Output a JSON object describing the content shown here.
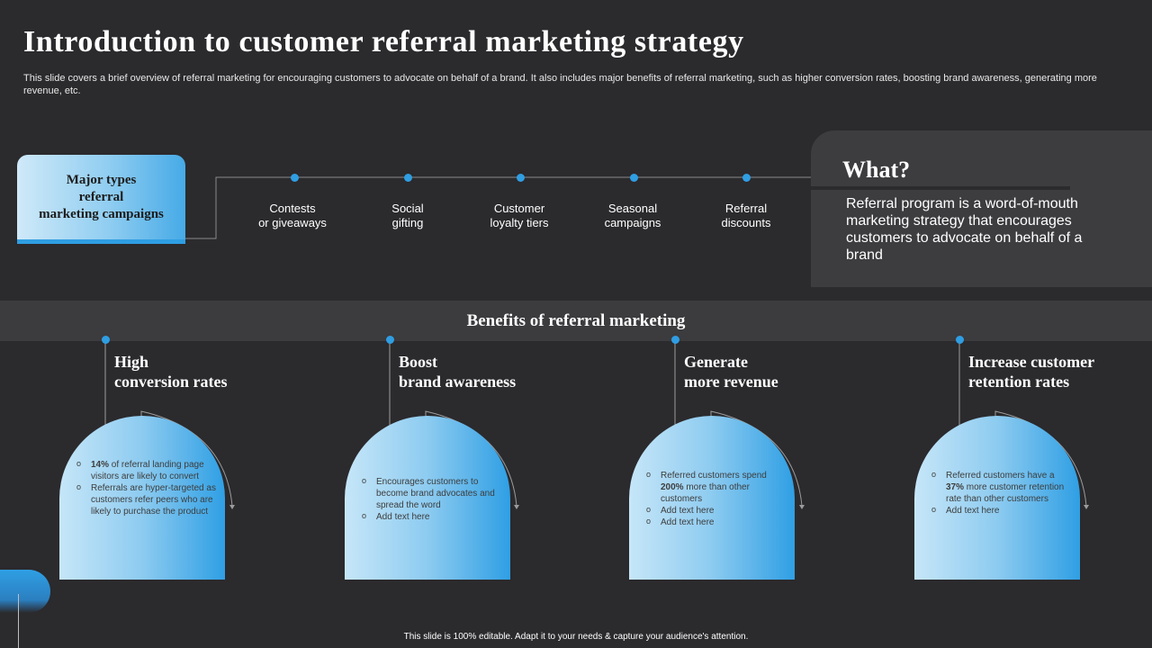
{
  "title": "Introduction to customer referral marketing strategy",
  "subtitle": "This slide covers a brief overview of referral marketing for encouraging customers to advocate on behalf of a brand. It also includes major benefits of referral marketing, such as higher conversion rates, boosting brand awareness, generating more revenue, etc.",
  "types": {
    "box_label": "Major types\nreferral\nmarketing  campaigns",
    "items": [
      {
        "label": "Contests\nor giveaways"
      },
      {
        "label": "Social\ngifting"
      },
      {
        "label": "Customer\nloyalty tiers"
      },
      {
        "label": "Seasonal\ncampaigns"
      },
      {
        "label": "Referral\ndiscounts"
      }
    ]
  },
  "what": {
    "title": "What?",
    "text": "Referral program is a word-of-mouth marketing strategy that encourages customers to advocate on behalf of a brand"
  },
  "benefits": {
    "title": "Benefits of referral  marketing",
    "items": [
      {
        "title": "High\nconversion rates",
        "bullets": [
          [
            {
              "text": "14%",
              "bold": true
            },
            {
              "text": " of referral landing page visitors are likely to convert"
            }
          ],
          [
            {
              "text": "Referrals are hyper-targeted as customers refer peers who are likely to purchase the product"
            }
          ]
        ]
      },
      {
        "title": "Boost\nbrand awareness",
        "bullets": [
          [
            {
              "text": "Encourages customers to become brand advocates and spread the word"
            }
          ],
          [
            {
              "text": "Add text here"
            }
          ]
        ]
      },
      {
        "title": "Generate\nmore revenue",
        "bullets": [
          [
            {
              "text": "Referred customers spend "
            },
            {
              "text": "200%",
              "bold": true
            },
            {
              "text": " more than other customers"
            }
          ],
          [
            {
              "text": "Add text here"
            }
          ],
          [
            {
              "text": "Add text here"
            }
          ]
        ]
      },
      {
        "title": "Increase customer\nretention rates",
        "bullets": [
          [
            {
              "text": "Referred customers have a "
            },
            {
              "text": "37%",
              "bold": true
            },
            {
              "text": " more customer retention rate than other customers"
            }
          ],
          [
            {
              "text": "Add text here"
            }
          ]
        ]
      }
    ]
  },
  "footer": "This slide is 100% editable.  Adapt it to your needs & capture your audience's attention.",
  "colors": {
    "accent": "#2f9ee2",
    "background": "#2b2a2d",
    "panel": "#3d3c3f"
  }
}
